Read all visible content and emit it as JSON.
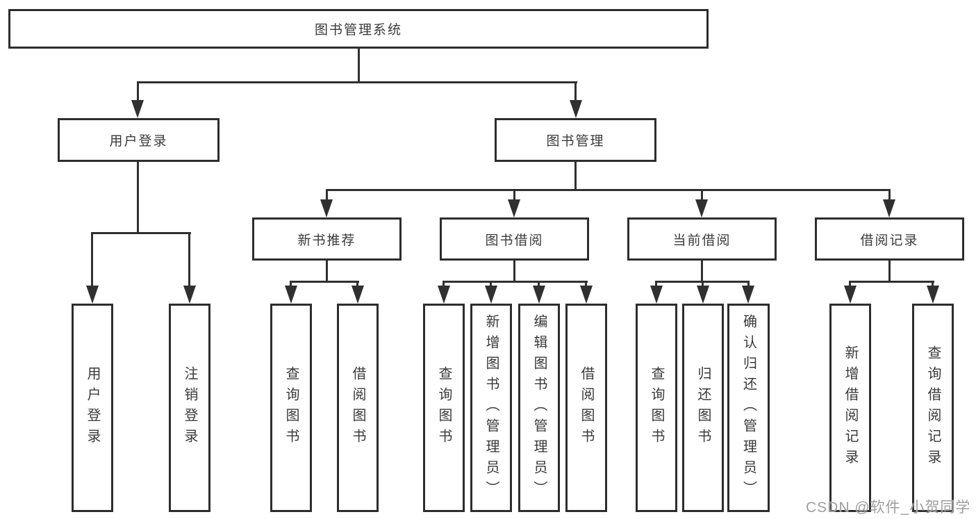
{
  "diagram": {
    "root": {
      "label": "图书管理系统"
    },
    "level2": [
      {
        "label": "用户登录"
      },
      {
        "label": "图书管理"
      }
    ],
    "level3": [
      {
        "label": "新书推荐",
        "parent": "图书管理"
      },
      {
        "label": "图书借阅",
        "parent": "图书管理"
      },
      {
        "label": "当前借阅",
        "parent": "图书管理"
      },
      {
        "label": "借阅记录",
        "parent": "图书管理"
      }
    ],
    "leaves": [
      {
        "label": "用户登录",
        "parent": "用户登录"
      },
      {
        "label": "注销登录",
        "parent": "用户登录"
      },
      {
        "label": "查询图书",
        "parent": "新书推荐"
      },
      {
        "label": "借阅图书",
        "parent": "新书推荐"
      },
      {
        "label": "查询图书",
        "parent": "图书借阅"
      },
      {
        "label": "新增图书（管理员）",
        "parent": "图书借阅"
      },
      {
        "label": "编辑图书（管理员）",
        "parent": "图书借阅"
      },
      {
        "label": "借阅图书",
        "parent": "图书借阅"
      },
      {
        "label": "查询图书",
        "parent": "当前借阅"
      },
      {
        "label": "归还图书",
        "parent": "当前借阅"
      },
      {
        "label": "确认归还（管理员）",
        "parent": "当前借阅"
      },
      {
        "label": "新增借阅记录",
        "parent": "借阅记录"
      },
      {
        "label": "查询借阅记录",
        "parent": "借阅记录"
      }
    ]
  },
  "watermark": "CSDN @软件_小贺同学",
  "colors": {
    "line": "#303030",
    "border": "#2d2d2d",
    "text": "#3a3a3a",
    "watermark": "#9e9e9e",
    "background": "#ffffff"
  }
}
